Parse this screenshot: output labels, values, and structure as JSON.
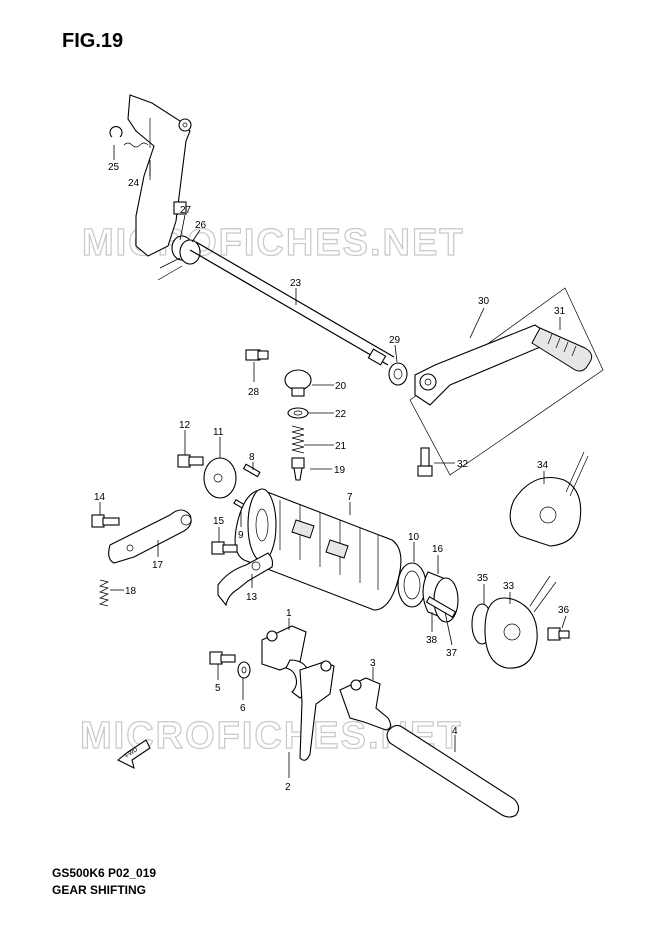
{
  "figure_title": "FIG.19",
  "model_code": "GS500K6 P02_019",
  "section_name": "GEAR SHIFTING",
  "watermark": "MICROFICHES.NET",
  "fwd_label": "FWD",
  "callouts": [
    "1",
    "2",
    "3",
    "4",
    "5",
    "6",
    "7",
    "8",
    "9",
    "10",
    "11",
    "12",
    "13",
    "14",
    "15",
    "16",
    "17",
    "18",
    "19",
    "20",
    "21",
    "22",
    "23",
    "24",
    "25",
    "26",
    "27",
    "28",
    "29",
    "30",
    "31",
    "32",
    "33",
    "34",
    "35",
    "36",
    "37",
    "38"
  ]
}
